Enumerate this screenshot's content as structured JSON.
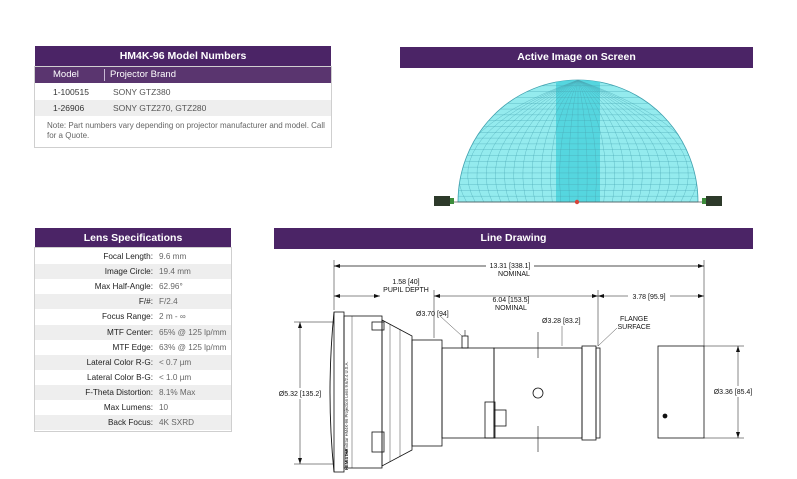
{
  "model_numbers": {
    "title": "HM4K-96 Model Numbers",
    "col_model": "Model",
    "col_brand": "Projector Brand",
    "rows": [
      {
        "model": "1-100515",
        "brand": "SONY GTZ380"
      },
      {
        "model": "1-26906",
        "brand": "SONY GTZ270, GTZ280"
      }
    ],
    "note": "Note: Part numbers vary depending on projector manufacturer and model. Call for a Quote."
  },
  "active_image": {
    "title": "Active Image on Screen",
    "colors": {
      "dome": "#8fe8ec",
      "dome_dark": "#4fd3dd",
      "grid": "#4aa7b5"
    }
  },
  "lens_specs": {
    "title": "Lens Specifications",
    "rows": [
      {
        "label": "Focal Length:",
        "value": "9.6 mm"
      },
      {
        "label": "Image Circle:",
        "value": "19.4 mm"
      },
      {
        "label": "Max Half-Angle:",
        "value": "62.96°"
      },
      {
        "label": "F/#:",
        "value": "F/2.4"
      },
      {
        "label": "Focus Range:",
        "value": "2 m - ∞"
      },
      {
        "label": "MTF Center:",
        "value": "65% @ 125 lp/mm"
      },
      {
        "label": "MTF Edge:",
        "value": "63% @ 125 lp/mm"
      },
      {
        "label": "Lateral Color R-G:",
        "value": "< 0.7 µm"
      },
      {
        "label": "Lateral Color B-G:",
        "value": "< 1.0 µm"
      },
      {
        "label": "F-Theta Distortion:",
        "value": "8.1% Max"
      },
      {
        "label": "Max Lumens:",
        "value": "10"
      },
      {
        "label": "Back Focus:",
        "value": "4K SXRD"
      }
    ]
  },
  "line_drawing": {
    "title": "Line Drawing",
    "dims": {
      "overall": "13.31 [338.1]",
      "overall_note": "NOMINAL",
      "pupil": "1.58 [40]",
      "pupil_note": "PUPIL DEPTH",
      "mid": "6.04 [153.5]",
      "mid_note": "NOMINAL",
      "rear": "3.78 [95.9]",
      "d370": "Ø3.70 [94]",
      "d328": "Ø3.28 [83.2]",
      "flange1": "FLANGE",
      "flange2": "SURFACE",
      "d532": "Ø5.32 [135.2]",
      "d336": "Ø3.36 [85.4]"
    },
    "barrel_label": "HemiStar HM4K-96 Projection Lens 9.6/2.4 U.S.A.",
    "brand_mark": "HEMISTAR"
  }
}
